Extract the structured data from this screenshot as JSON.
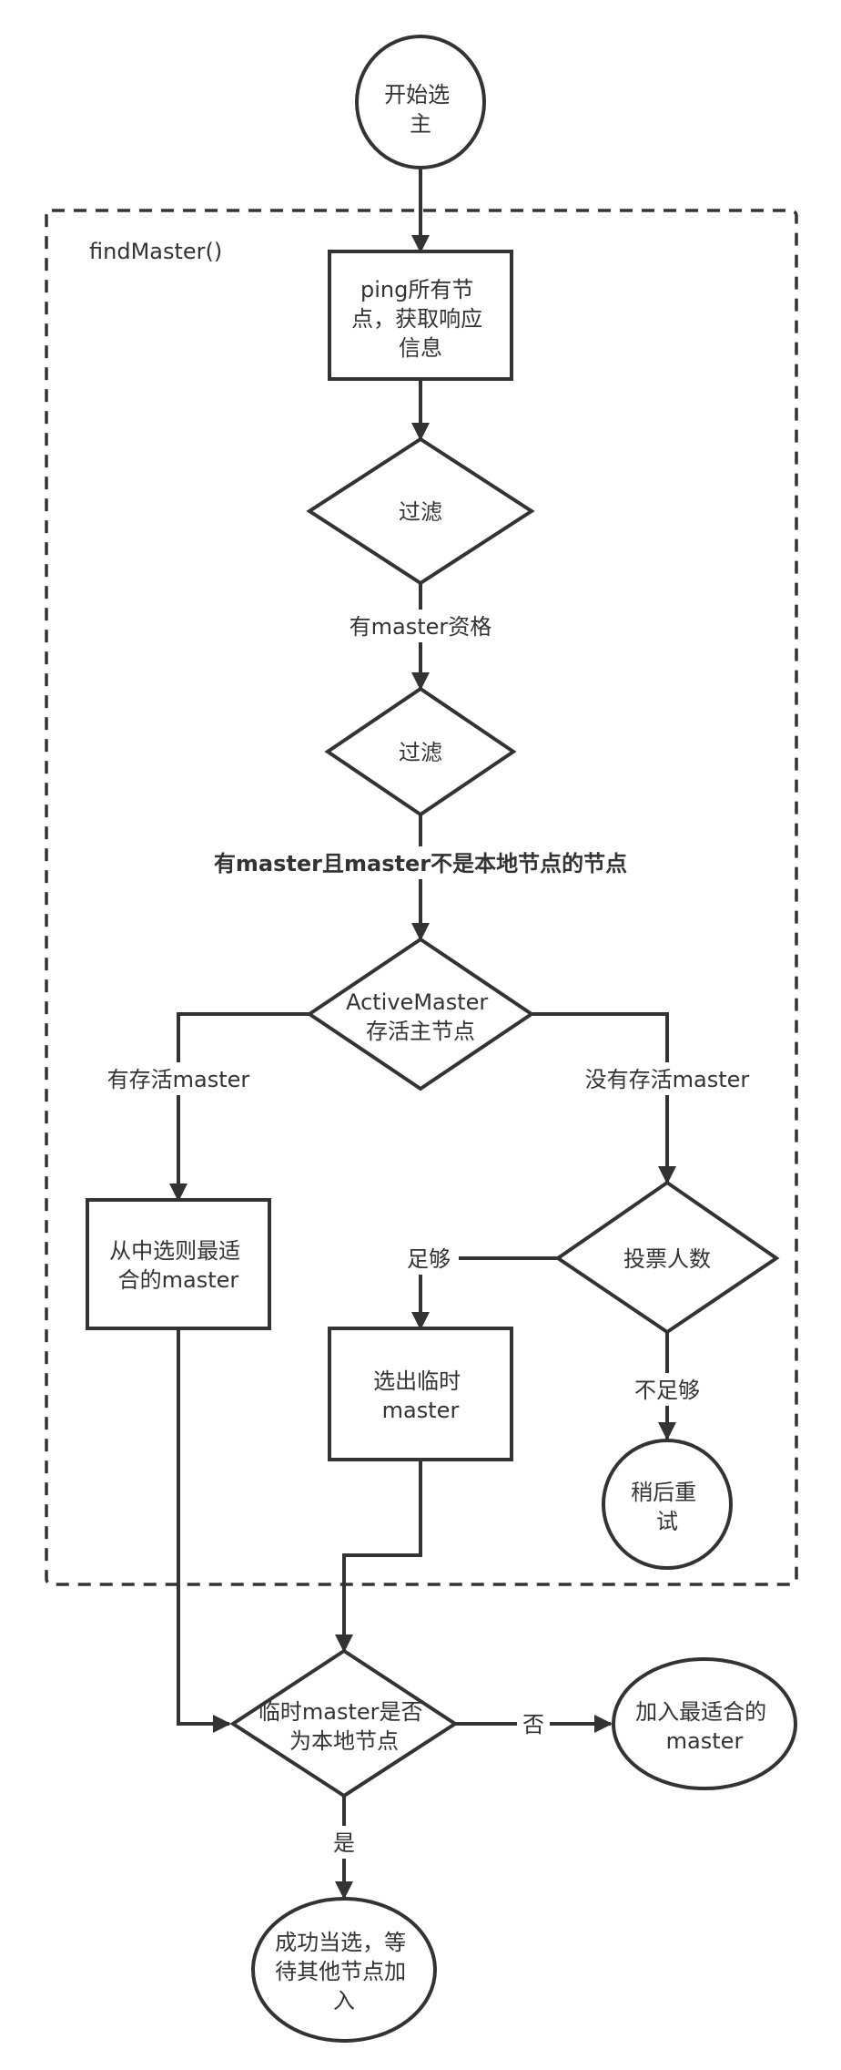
{
  "frame": {
    "label": "findMaster()"
  },
  "nodes": {
    "start": {
      "lines": [
        "开始选",
        "主"
      ]
    },
    "ping": {
      "lines": [
        "ping所有节",
        "点，获取响应",
        "信息"
      ]
    },
    "filter1": {
      "lines": [
        "过滤"
      ]
    },
    "filter2": {
      "lines": [
        "过滤"
      ]
    },
    "active_master": {
      "lines": [
        "ActiveMaster",
        "存活主节点"
      ]
    },
    "choose_best": {
      "lines": [
        "从中选则最适",
        "合的master"
      ]
    },
    "vote_count": {
      "lines": [
        "投票人数"
      ]
    },
    "temp_master": {
      "lines": [
        "选出临时",
        "master"
      ]
    },
    "retry_later": {
      "lines": [
        "稍后重",
        "试"
      ]
    },
    "is_local": {
      "lines": [
        "临时master是否",
        "为本地节点"
      ]
    },
    "join_best": {
      "lines": [
        "加入最适合的",
        "master"
      ]
    },
    "elected": {
      "lines": [
        "成功当选，等",
        "待其他节点加",
        "入"
      ]
    }
  },
  "edge_labels": {
    "has_master_qualification": "有master资格",
    "has_master_not_local": "有master且master不是本地节点的节点",
    "has_alive_master": "有存活master",
    "no_alive_master": "没有存活master",
    "enough": "足够",
    "not_enough": "不足够",
    "no": "否",
    "yes": "是"
  }
}
